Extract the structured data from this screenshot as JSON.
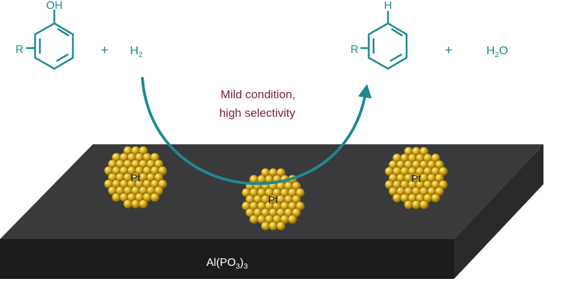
{
  "colors": {
    "teal": "#1d8a90",
    "label_maroon": "#7a2048",
    "slab_top": "#3a3a3c",
    "slab_front": "#1c1c1d",
    "slab_side": "#2a2a2b",
    "gold": "#e0b41e",
    "gold_dark": "#a27c08",
    "gold_light": "#fff1a6",
    "white": "#ffffff"
  },
  "reactants": {
    "phenol_substituent": "R",
    "phenol_group": "OH",
    "plus": "+",
    "hydrogen": {
      "symbol": "H",
      "subscript": "2"
    }
  },
  "products": {
    "benzene_substituent": "R",
    "benzene_group": "H",
    "plus": "+",
    "water": {
      "prefix": "H",
      "subscript": "2",
      "suffix": "O"
    }
  },
  "conditions": {
    "line1": "Mild condition,",
    "line2": "high selectivity"
  },
  "catalyst": {
    "particle_label": "Pt",
    "particle_count": 3,
    "support_prefix": "Al(PO",
    "support_sub1": "3",
    "support_mid": ")",
    "support_sub2": "3"
  }
}
